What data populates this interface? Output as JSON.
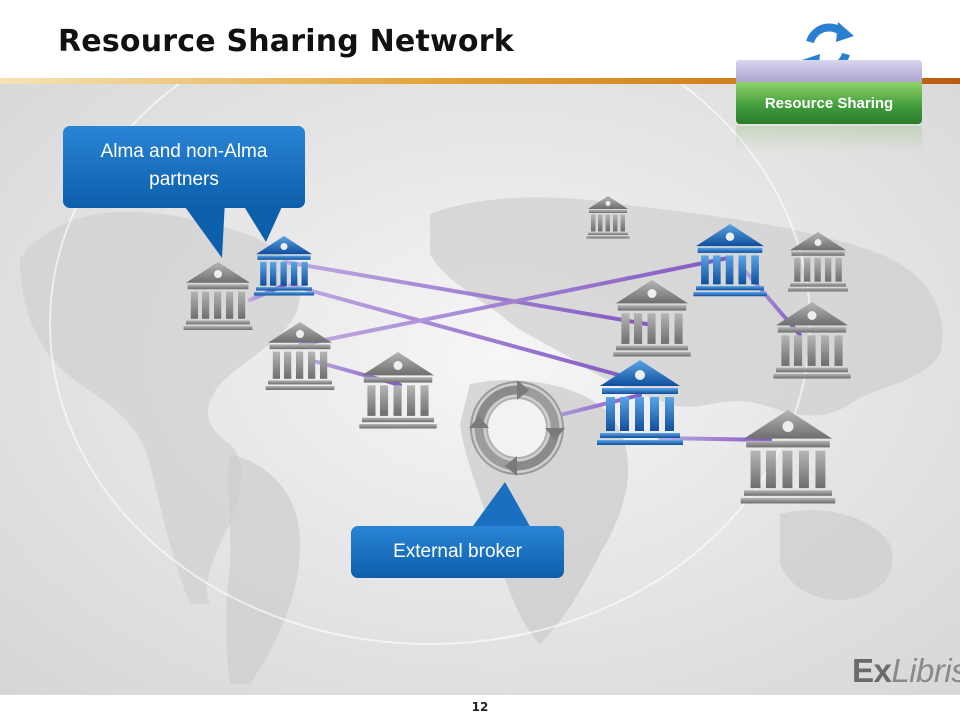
{
  "slide": {
    "title": "Resource Sharing Network",
    "page_number": "12"
  },
  "badge": {
    "label": "Resource Sharing",
    "icon": "sync-arrows-icon",
    "colors": {
      "bar": "#3f9a3a",
      "tab": "#aaa5cf",
      "icon": "#2a7fd0"
    }
  },
  "callouts": {
    "partners": {
      "line1": "Alma and non-Alma",
      "line2": "partners"
    },
    "broker": {
      "label": "External broker"
    }
  },
  "logo": {
    "brand": "ExLibris",
    "part1": "Ex",
    "part2": "Libris"
  },
  "diagram": {
    "node_icon": "library-building-icon",
    "broker_icon": "circular-arrows-icon",
    "colors": {
      "link": "#8a5cc8",
      "alma_node": "#1b6fb8",
      "other_node": "#8c8c8c",
      "callout": "#0c5fab"
    }
  }
}
